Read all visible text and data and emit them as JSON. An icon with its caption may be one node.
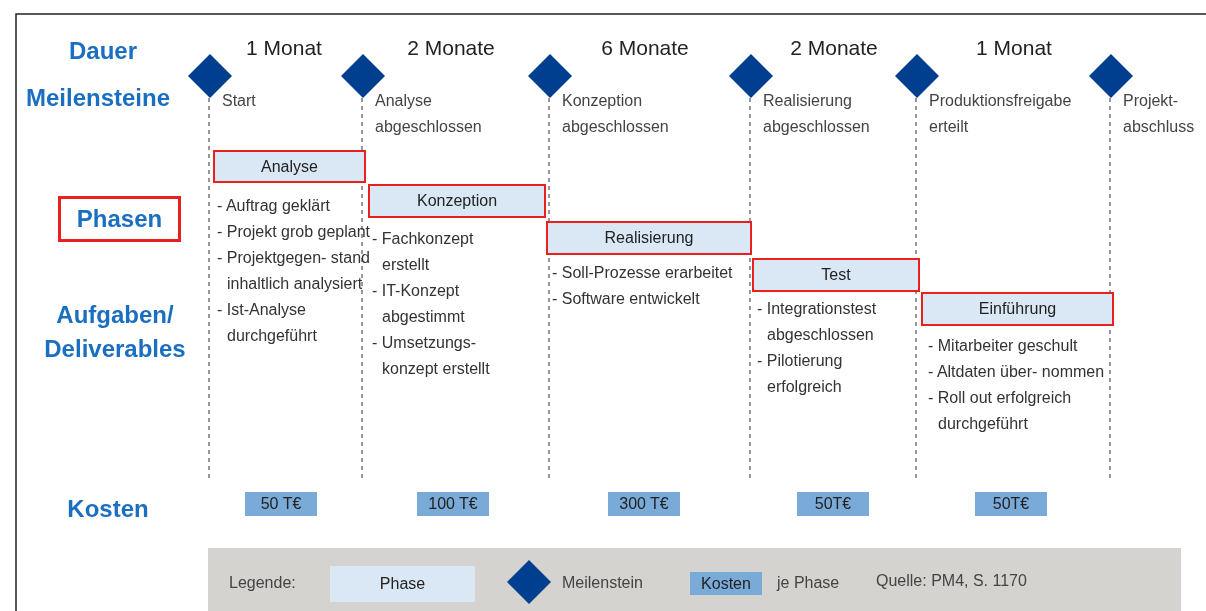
{
  "diagram": {
    "nodes": [
      {
        "text": [],
        "shape": "diamond",
        "beside": [
          "Start"
        ]
      },
      {
        "text": [],
        "shape": "diamond",
        "beside": [
          "Analyse abgeschlossen"
        ]
      },
      {
        "text": [],
        "shape": "diamond",
        "beside": [
          "Konzeption abgeschlossen"
        ]
      },
      {
        "text": [],
        "shape": "diamond",
        "beside": [
          "Realisierung abgeschlossen"
        ]
      },
      {
        "text": [],
        "shape": "diamond",
        "beside": [
          "Produktionsfreigabe erteilt"
        ]
      },
      {
        "text": [],
        "shape": "diamond",
        "beside": [
          "Projekt- abschluss"
        ]
      },
      {
        "text": [
          "Phasen"
        ]
      },
      {
        "text": [
          "Analyse"
        ],
        "beside": [
          "- Auftrag geklärt",
          "- Projekt grob geplant",
          "- Projektgegen- stand inhaltlich analysiert",
          "- Ist-Analyse durchgeführt"
        ]
      },
      {
        "text": [
          "Konzeption"
        ],
        "beside": [
          "- Fachkonzept erstellt",
          "- IT-Konzept abgestimmt",
          "- Umsetzungs- konzept erstellt"
        ]
      },
      {
        "text": [
          "Realisierung"
        ],
        "beside": [
          "- Soll-Prozesse erarbeitet",
          "- Software entwickelt"
        ]
      },
      {
        "text": [
          "Test"
        ],
        "beside": [
          "- Integrationstest abgeschlossen",
          "- Pilotierung erfolgreich"
        ]
      },
      {
        "text": [
          "Einführung"
        ],
        "beside": [
          "- Mitarbeiter geschult",
          "- Altdaten über- nommen",
          "- Roll out erfolgreich durchgeführt"
        ]
      },
      {
        "text": [
          "50 T€"
        ]
      },
      {
        "text": [
          "100 T€"
        ]
      },
      {
        "text": [
          "300 T€"
        ]
      },
      {
        "text": [
          "50T€"
        ]
      },
      {
        "text": [
          "50T€"
        ]
      }
    ],
    "labels": [
      "Dauer",
      "1 Monat",
      "2 Monate",
      "6 Monate",
      "2 Monate",
      "1 Monat",
      "Meilensteine",
      "Aufgaben/ Deliverables",
      "Kosten",
      "Legende:",
      "je Phase",
      "Quelle: PM4, S. 1170"
    ],
    "legend": [
      {
        "text": "Phase",
        "color": "#dae8f5"
      },
      {
        "text": "Meilenstein"
      },
      {
        "text": "Kosten",
        "color": "#7aaad8"
      }
    ]
  }
}
